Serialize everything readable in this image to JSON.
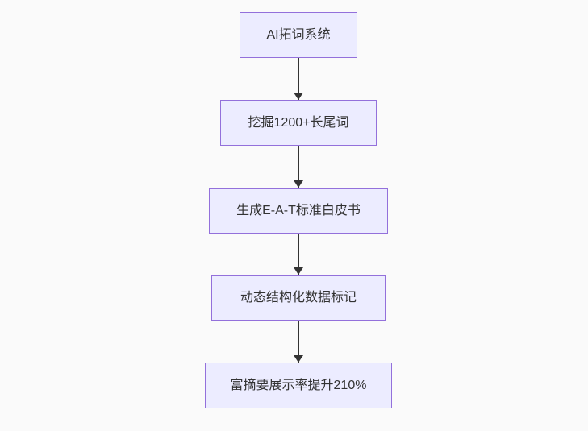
{
  "diagram": {
    "type": "flowchart",
    "direction": "top-down",
    "nodes": [
      {
        "id": "step-1",
        "label": "AI拓词系统"
      },
      {
        "id": "step-2",
        "label": "挖掘1200+长尾词"
      },
      {
        "id": "step-3",
        "label": "生成E-A-T标准白皮书"
      },
      {
        "id": "step-4",
        "label": "动态结构化数据标记"
      },
      {
        "id": "step-5",
        "label": "富摘要展示率提升210%"
      }
    ],
    "edges": [
      {
        "from": "step-1",
        "to": "step-2"
      },
      {
        "from": "step-2",
        "to": "step-3"
      },
      {
        "from": "step-3",
        "to": "step-4"
      },
      {
        "from": "step-4",
        "to": "step-5"
      }
    ],
    "colors": {
      "node_fill": "#ECECFF",
      "node_border": "#9370DB",
      "text": "#333333",
      "arrow": "#333333",
      "background": "#FAFAFA"
    }
  }
}
